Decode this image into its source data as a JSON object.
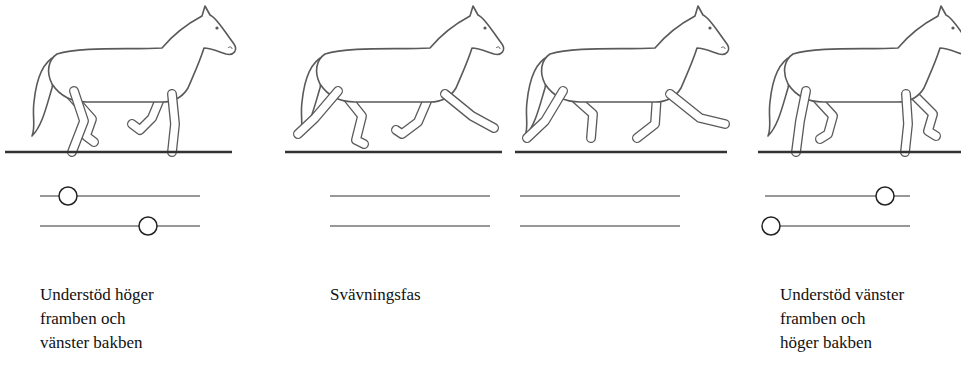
{
  "diagram": {
    "labels": [
      "Understöd höger framben och vänster bakben",
      "Svävningsfas",
      "Understöd vänster framben och höger bakben"
    ]
  }
}
